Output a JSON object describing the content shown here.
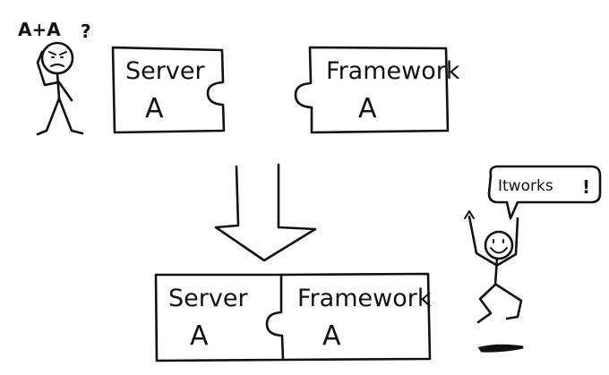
{
  "confused_caption": "A+A",
  "confused_mark": "?",
  "top_left_piece": {
    "word": "Server",
    "letter": "A"
  },
  "top_right_piece": {
    "word": "Framework",
    "letter": "A"
  },
  "bottom_left_piece": {
    "word": "Server",
    "letter": "A"
  },
  "bottom_right_piece": {
    "word": "Framework",
    "letter": "A"
  },
  "speech_bubble": {
    "text": "Itworks",
    "mark": "!"
  }
}
